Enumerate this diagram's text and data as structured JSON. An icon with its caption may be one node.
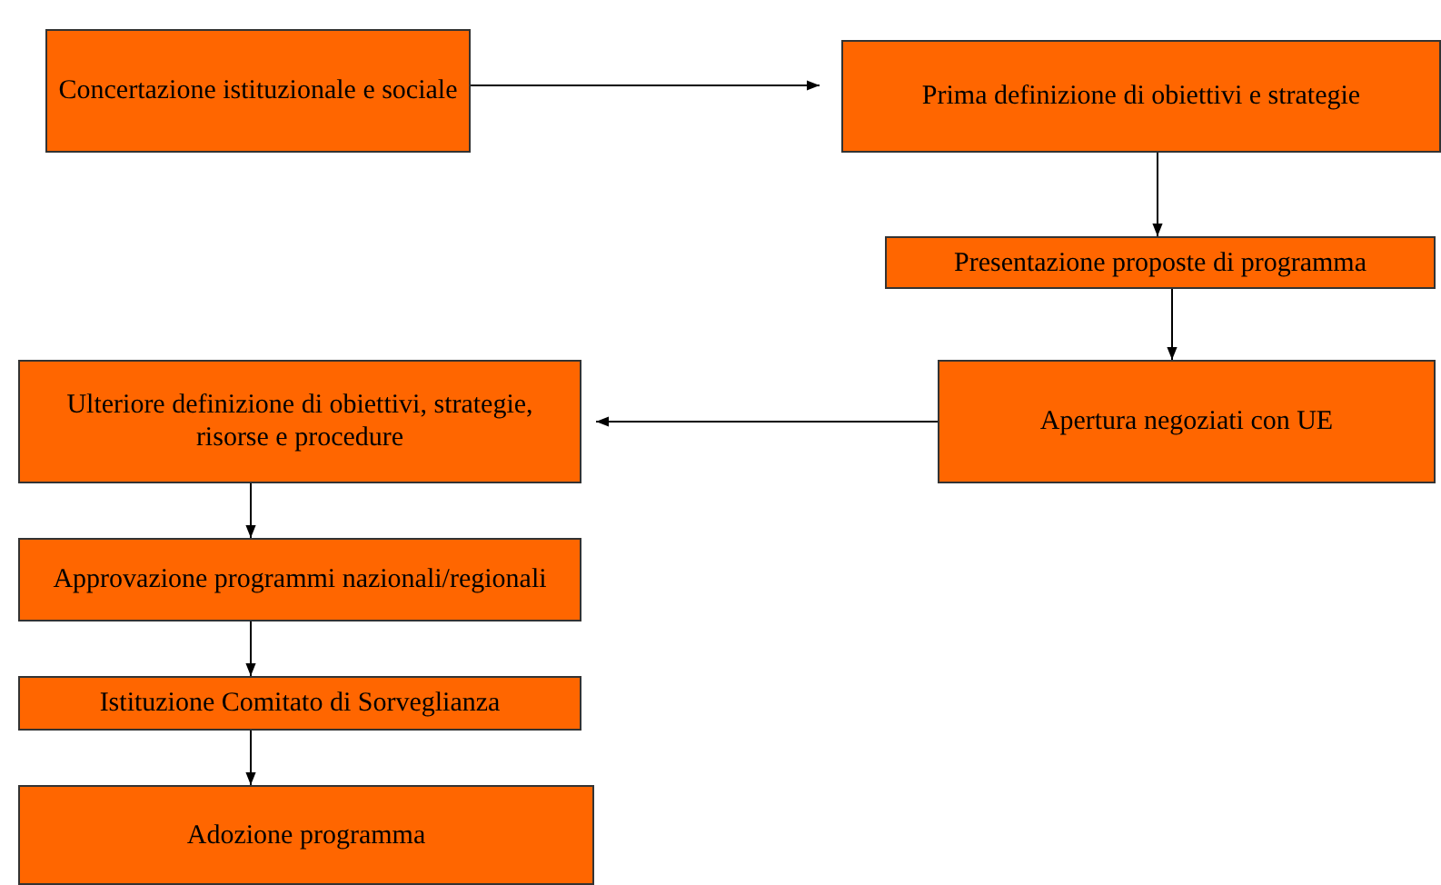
{
  "diagram": {
    "nodes": [
      {
        "text": [
          "Concertazione istituzionale e sociale"
        ]
      },
      {
        "text": [
          "Prima definizione di obiettivi e strategie"
        ]
      },
      {
        "text": [
          "Presentazione proposte di programma"
        ]
      },
      {
        "text": [
          "Apertura negoziati con UE"
        ]
      },
      {
        "text": [
          "Ulteriore definizione di obiettivi, strategie, risorse e procedure"
        ]
      },
      {
        "text": [
          "Approvazione programmi nazionali/regionali"
        ]
      },
      {
        "text": [
          "Istituzione Comitato di Sorveglianza"
        ]
      },
      {
        "text": [
          "Adozione programma"
        ]
      }
    ],
    "edges": [
      {
        "from": 0,
        "to": 1,
        "arrow": "to"
      },
      {
        "from": 1,
        "to": 2,
        "arrow": "to"
      },
      {
        "from": 2,
        "to": 3,
        "arrow": "to"
      },
      {
        "from": 3,
        "to": 4,
        "arrow": "to"
      },
      {
        "from": 4,
        "to": 5,
        "arrow": "to"
      },
      {
        "from": 5,
        "to": 6,
        "arrow": "to"
      },
      {
        "from": 6,
        "to": 7,
        "arrow": "to"
      }
    ]
  }
}
